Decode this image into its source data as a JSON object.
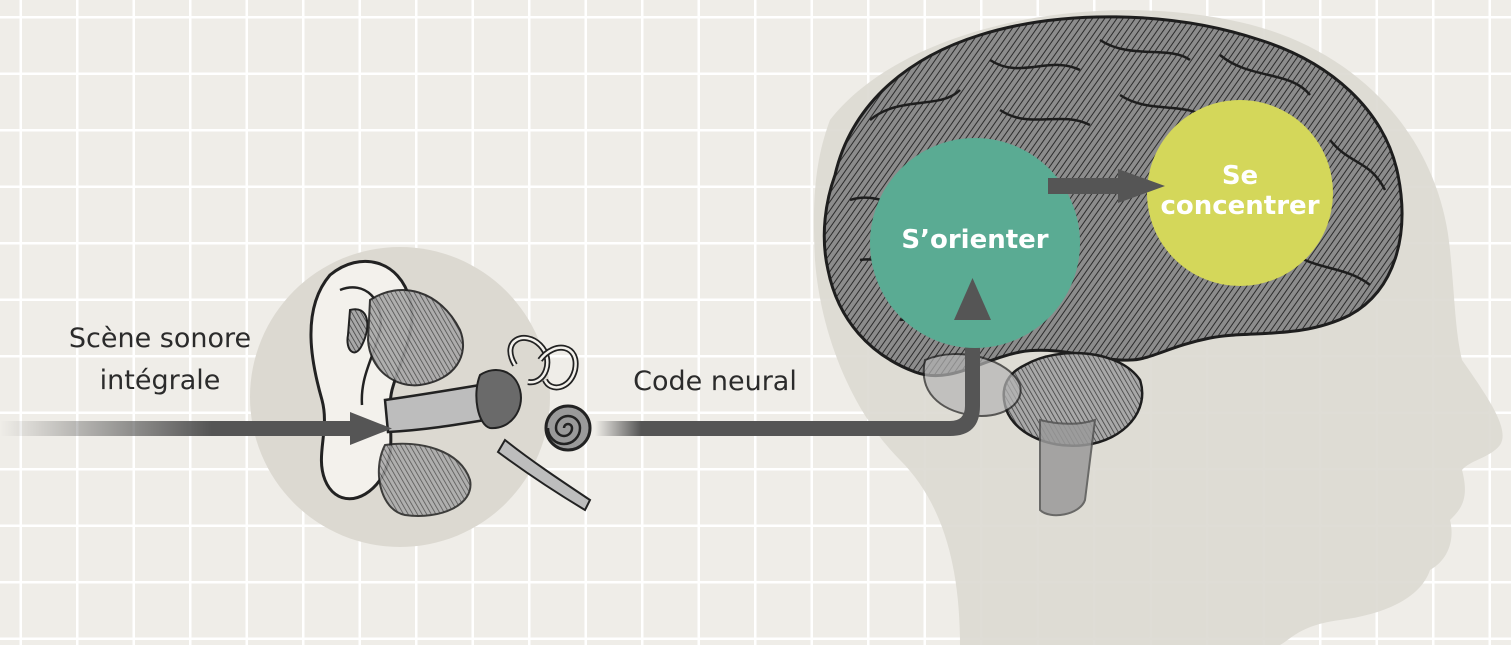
{
  "diagram": {
    "labels": {
      "input_line1": "Scène sonore",
      "input_line2": "intégrale",
      "middle": "Code neural"
    },
    "nodes": {
      "orient": {
        "label": "S’orienter"
      },
      "focus": {
        "label_line1": "Se",
        "label_line2": "concentrer"
      }
    },
    "icons": {
      "ear": "ear-anatomy-icon",
      "brain": "brain-icon",
      "head": "head-silhouette-icon"
    },
    "colors": {
      "background": "#efede8",
      "grid": "#ffffff",
      "silhouette": "#dedbd4",
      "ear_disc": "#dcd9d1",
      "arrow": "#555555",
      "orient_node": "#5aab93",
      "focus_node": "#d4d75a",
      "node_text": "#ffffff"
    }
  }
}
